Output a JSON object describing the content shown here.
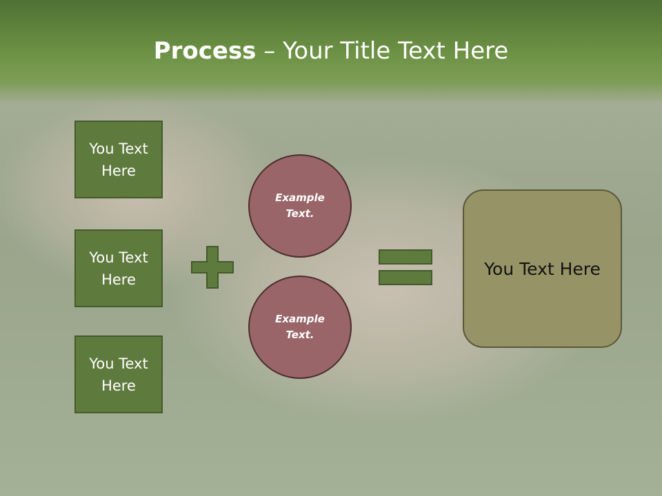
{
  "title": {
    "bold": "Process",
    "rest": " – Your Title Text Here"
  },
  "left_boxes": [
    {
      "label": "You Text Here"
    },
    {
      "label": "You Text Here"
    },
    {
      "label": "You Text Here"
    }
  ],
  "circles": [
    {
      "label": "Example Text."
    },
    {
      "label": "Example Text."
    }
  ],
  "operators": {
    "plus_icon": "plus-icon",
    "equals_icon": "equals-icon"
  },
  "result_box": {
    "label": "You Text Here"
  },
  "colors": {
    "header_green": "#5e8240",
    "box_green": "#5f7a3d",
    "circle_mauve": "#996568",
    "result_olive": "#969466"
  }
}
